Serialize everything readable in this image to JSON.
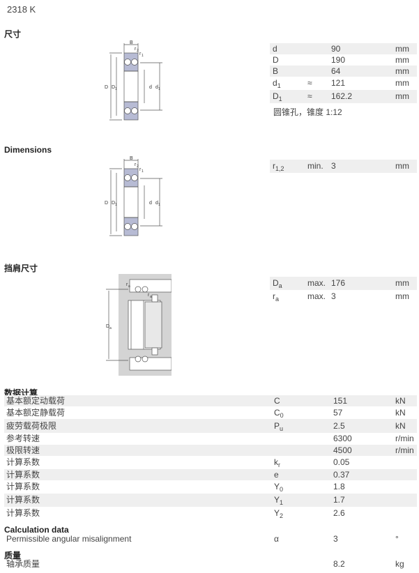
{
  "title": "2318 K",
  "sections": {
    "dims_cn": "尺寸",
    "dims_en": "Dimensions",
    "abutment": "挡肩尺寸",
    "calc_cn": "数据计算",
    "calc_en": "Calculation data",
    "mass": "质量"
  },
  "drawing_labels": {
    "B": "B",
    "r": "r",
    "r_sub1": "1",
    "r_sub2": "2",
    "D": "D",
    "D1": "D",
    "D1_sub": "1",
    "d": "d",
    "d1": "d",
    "d1_sub": "1",
    "ra": "r",
    "ra_sub": "a",
    "Da": "D",
    "Da_sub": "a"
  },
  "dimensions": [
    {
      "sym": "d",
      "sub": "",
      "q": "",
      "value": "90",
      "unit": "mm"
    },
    {
      "sym": "D",
      "sub": "",
      "q": "",
      "value": "190",
      "unit": "mm"
    },
    {
      "sym": "B",
      "sub": "",
      "q": "",
      "value": "64",
      "unit": "mm"
    },
    {
      "sym": "d",
      "sub": "1",
      "q": "≈",
      "value": "121",
      "unit": "mm"
    },
    {
      "sym": "D",
      "sub": "1",
      "q": "≈",
      "value": "162.2",
      "unit": "mm"
    }
  ],
  "dimension_note": "圆锥孔，锥度 1:12",
  "dimensions2": [
    {
      "sym": "r",
      "sub": "1,2",
      "q": "min.",
      "value": "3",
      "unit": "mm"
    }
  ],
  "abutment": [
    {
      "sym": "D",
      "sub": "a",
      "q": "max.",
      "value": "176",
      "unit": "mm"
    },
    {
      "sym": "r",
      "sub": "a",
      "q": "max.",
      "value": "3",
      "unit": "mm"
    }
  ],
  "calc_rows": [
    {
      "label": "基本额定动载荷",
      "sym": "C",
      "sub": "",
      "value": "151",
      "unit": "kN"
    },
    {
      "label": "基本额定静载荷",
      "sym": "C",
      "sub": "0",
      "value": "57",
      "unit": "kN"
    },
    {
      "label": "疲劳载荷极限",
      "sym": "P",
      "sub": "u",
      "value": "2.5",
      "unit": "kN"
    },
    {
      "label": "参考转速",
      "sym": "",
      "sub": "",
      "value": "6300",
      "unit": "r/min"
    },
    {
      "label": "极限转速",
      "sym": "",
      "sub": "",
      "value": "4500",
      "unit": "r/min"
    },
    {
      "label": "计算系数",
      "sym": "k",
      "sub": "r",
      "value": "0.05",
      "unit": ""
    },
    {
      "label": "计算系数",
      "sym": "e",
      "sub": "",
      "value": "0.37",
      "unit": ""
    },
    {
      "label": "计算系数",
      "sym": "Y",
      "sub": "0",
      "value": "1.8",
      "unit": ""
    },
    {
      "label": "计算系数",
      "sym": "Y",
      "sub": "1",
      "value": "1.7",
      "unit": ""
    },
    {
      "label": "计算系数",
      "sym": "Y",
      "sub": "2",
      "value": "2.6",
      "unit": ""
    }
  ],
  "calc_en_rows": [
    {
      "label": "Permissible angular misalignment",
      "sym": "α",
      "sub": "",
      "value": "3",
      "unit": "°"
    }
  ],
  "mass_rows": [
    {
      "label": "轴承质量",
      "sym": "",
      "sub": "",
      "value": "8.2",
      "unit": "kg"
    }
  ]
}
